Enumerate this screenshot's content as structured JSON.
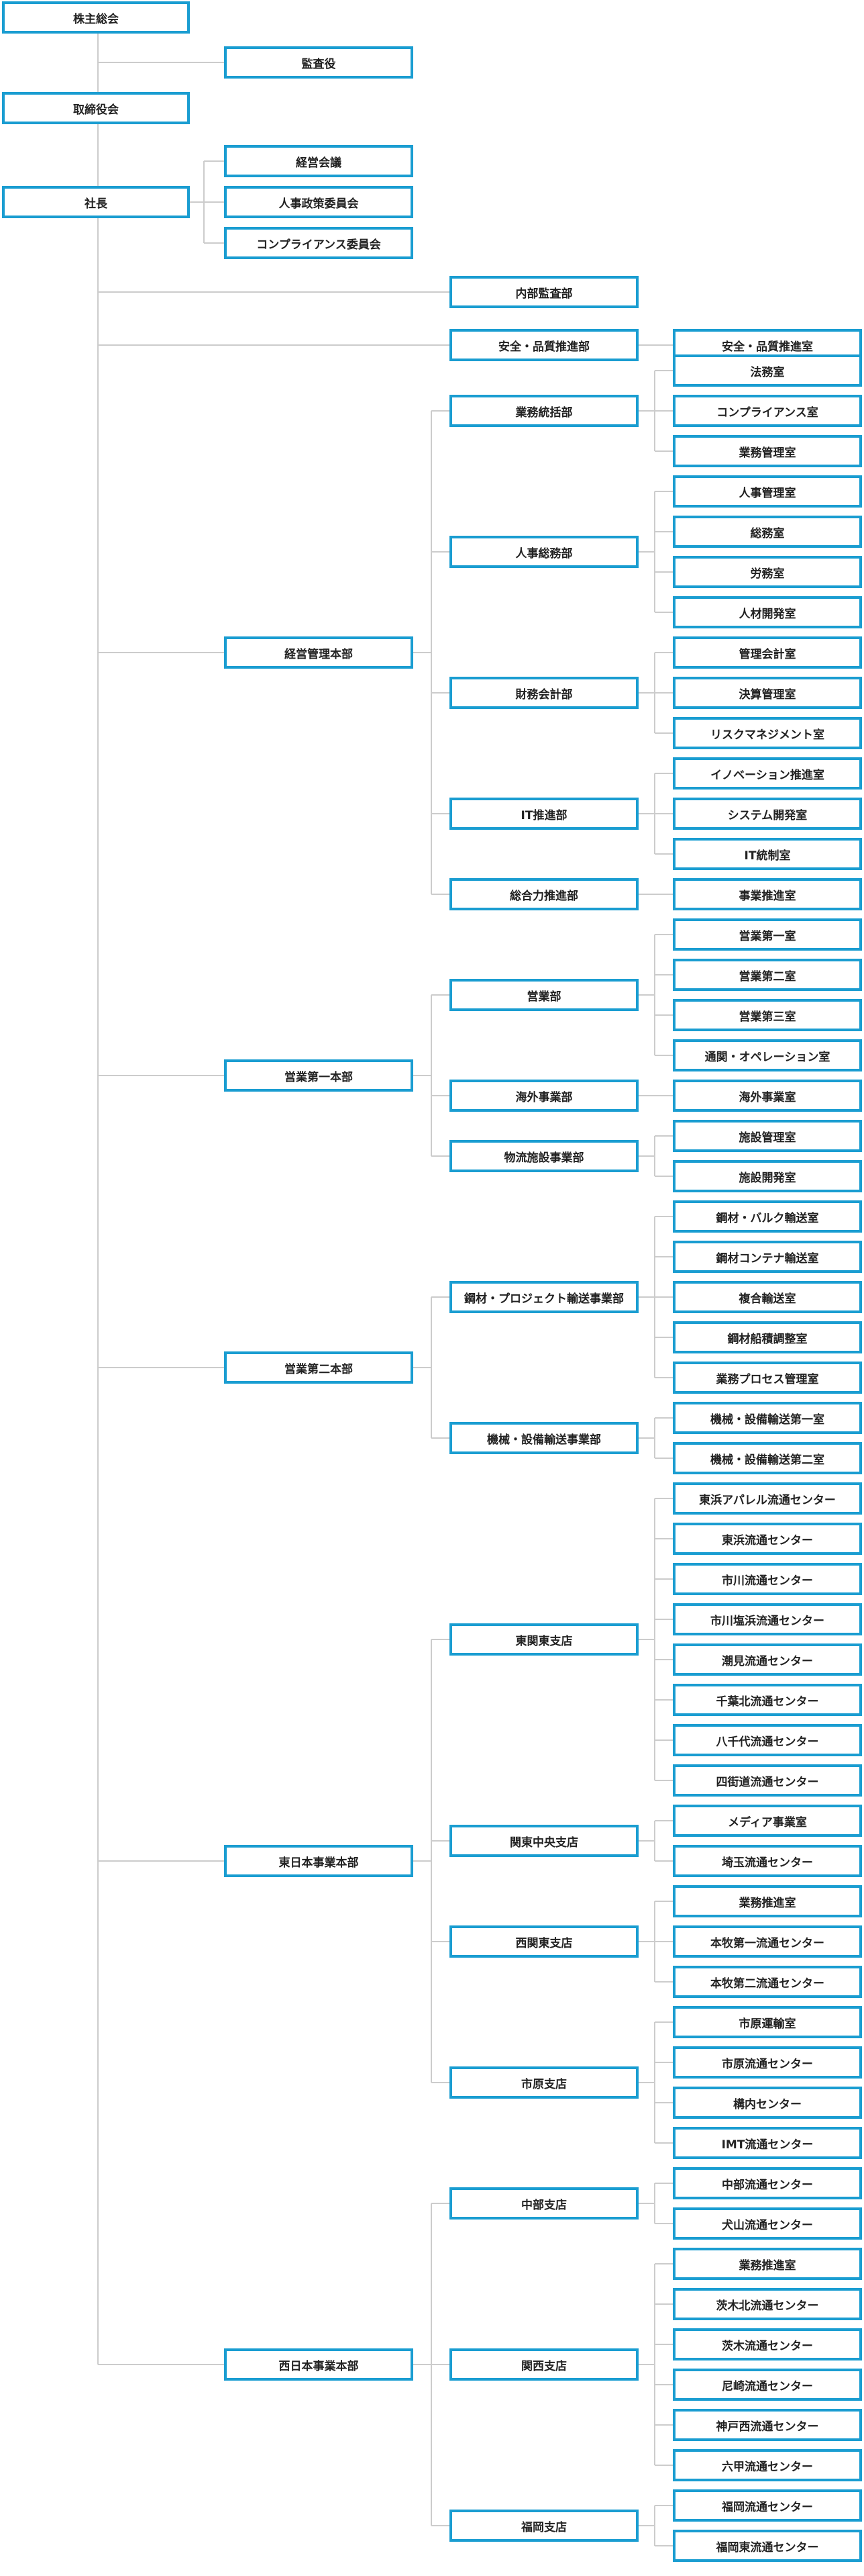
{
  "style": {
    "border_color": "#1a9dd1",
    "line_color": "#cccccc",
    "text_color": "#222222"
  },
  "top": {
    "agm": "株主総会",
    "auditor": "監査役",
    "board": "取締役会",
    "president": "社長",
    "committees": [
      "経営会議",
      "人事政策委員会",
      "コンプライアンス委員会"
    ]
  },
  "internal_audit": "内部監査部",
  "safety": {
    "name": "安全・品質推進部",
    "offices": [
      "安全・品質推進室"
    ]
  },
  "divisions": [
    {
      "name": "経営管理本部",
      "departments": [
        {
          "name": "業務統括部",
          "offices": [
            "法務室",
            "コンプライアンス室",
            "業務管理室"
          ]
        },
        {
          "name": "人事総務部",
          "offices": [
            "人事管理室",
            "総務室",
            "労務室",
            "人材開発室"
          ]
        },
        {
          "name": "財務会計部",
          "offices": [
            "管理会計室",
            "決算管理室",
            "リスクマネジメント室"
          ]
        },
        {
          "name": "IT推進部",
          "offices": [
            "イノベーション推進室",
            "システム開発室",
            "IT統制室"
          ]
        },
        {
          "name": "総合力推進部",
          "offices": [
            "事業推進室"
          ]
        }
      ]
    },
    {
      "name": "営業第一本部",
      "departments": [
        {
          "name": "営業部",
          "offices": [
            "営業第一室",
            "営業第二室",
            "営業第三室",
            "通関・オペレーション室"
          ]
        },
        {
          "name": "海外事業部",
          "offices": [
            "海外事業室"
          ]
        },
        {
          "name": "物流施設事業部",
          "offices": [
            "施設管理室",
            "施設開発室"
          ]
        }
      ]
    },
    {
      "name": "営業第二本部",
      "departments": [
        {
          "name": "鋼材・プロジェクト輸送事業部",
          "offices": [
            "鋼材・バルク輸送室",
            "鋼材コンテナ輸送室",
            "複合輸送室",
            "鋼材船積調整室",
            "業務プロセス管理室"
          ]
        },
        {
          "name": "機械・設備輸送事業部",
          "offices": [
            "機械・設備輸送第一室",
            "機械・設備輸送第二室"
          ]
        }
      ]
    },
    {
      "name": "東日本事業本部",
      "departments": [
        {
          "name": "東関東支店",
          "offices": [
            "東浜アパレル流通センター",
            "東浜流通センター",
            "市川流通センター",
            "市川塩浜流通センター",
            "潮見流通センター",
            "千葉北流通センター",
            "八千代流通センター",
            "四街道流通センター"
          ]
        },
        {
          "name": "関東中央支店",
          "offices": [
            "メディア事業室",
            "埼玉流通センター"
          ]
        },
        {
          "name": "西関東支店",
          "offices": [
            "業務推進室",
            "本牧第一流通センター",
            "本牧第二流通センター"
          ]
        },
        {
          "name": "市原支店",
          "offices": [
            "市原運輸室",
            "市原流通センター",
            "構内センター",
            "IMT流通センター"
          ]
        }
      ]
    },
    {
      "name": "西日本事業本部",
      "departments": [
        {
          "name": "中部支店",
          "offices": [
            "中部流通センター",
            "犬山流通センター"
          ]
        },
        {
          "name": "関西支店",
          "offices": [
            "業務推進室",
            "茨木北流通センター",
            "茨木流通センター",
            "尼崎流通センター",
            "神戸西流通センター",
            "六甲流通センター"
          ]
        },
        {
          "name": "福岡支店",
          "offices": [
            "福岡流通センター",
            "福岡東流通センター"
          ]
        }
      ]
    }
  ]
}
